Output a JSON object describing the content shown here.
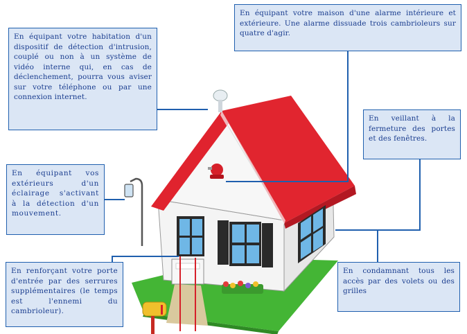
{
  "callouts": {
    "detection": "En équipant votre habitation d'un dispositif de détection d'intrusion, couplé ou non à un système de vidéo interne qui, en cas de déclenchement, pourra vous aviser sur votre téléphone ou par une connexion internet.",
    "alarm": "En équipant votre maison d'une alarme intérieure et extérieure. Une alarme dissuade trois cambrioleurs sur quatre d'agir.",
    "closing": "En veillant à la fermeture des portes et des fenêtres.",
    "lighting": "En équipant vos extérieurs d'un éclairage s'activant à la détection d'un mouvement.",
    "door": "En renforçant votre porte d'entrée par des serrures supplémentaires (le temps est l'ennemi du cambrioleur).",
    "shutters": "En condamnant tous les accès par des volets ou des grilles"
  },
  "colors": {
    "callout_bg": "#dbe6f5",
    "callout_border": "#1f5fae",
    "connector": "#1f5fae",
    "roof": "#e0232e",
    "wall": "#f3f3f3",
    "lawn": "#44b535"
  },
  "icons": [
    "camera-icon",
    "alarm-siren-icon",
    "lamp-icon",
    "mailbox-icon"
  ]
}
